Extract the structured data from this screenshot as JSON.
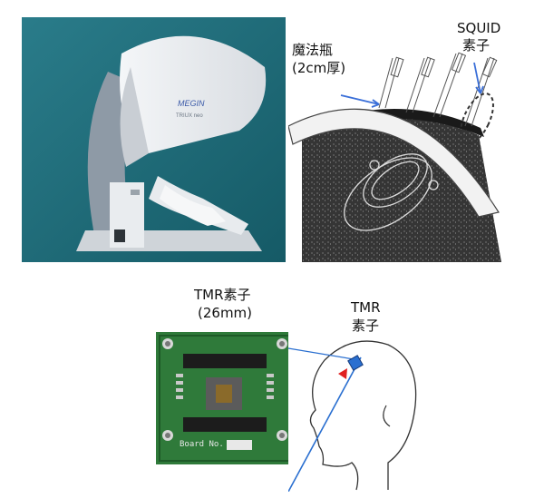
{
  "labels": {
    "dewar": "魔法瓶",
    "dewar_thickness": "(2cm厚)",
    "squid_line1": "SQUID",
    "squid_line2": "素子",
    "tmr_size_line1": "TMR素子",
    "tmr_size_line2": "(26mm)",
    "tmr_line1": "TMR",
    "tmr_line2": "素子",
    "board_text": "Board No."
  },
  "logo": {
    "brand": "MEGIN",
    "model": "TRIUX neo"
  },
  "colors": {
    "meg_background": "#1f6b79",
    "board_green": "#2f7a3a",
    "arrow_blue": "#3a6fd8",
    "sensor_red": "#e02020",
    "sensor_blue": "#2a6fd0"
  },
  "icons": [
    "meg-scanner-illustration",
    "squid-sensor-icon",
    "tmr-sensor-icon",
    "arrow-icon"
  ]
}
